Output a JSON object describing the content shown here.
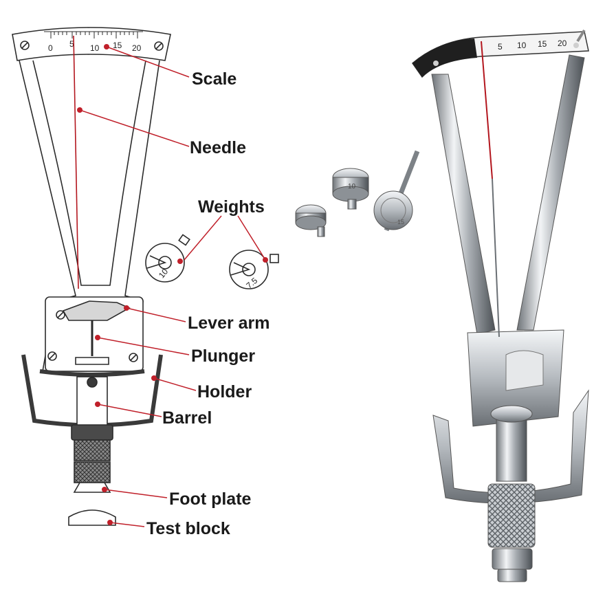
{
  "labels": {
    "scale": "Scale",
    "needle": "Needle",
    "weights": "Weights",
    "lever_arm": "Lever arm",
    "plunger": "Plunger",
    "holder": "Holder",
    "barrel": "Barrel",
    "foot_plate": "Foot plate",
    "test_block": "Test block"
  },
  "scale_ticks": [
    "0",
    "5",
    "10",
    "15",
    "20"
  ],
  "photo_scale_ticks": [
    "5",
    "10",
    "15",
    "20"
  ],
  "weight_values": [
    "10",
    "7.5"
  ],
  "photo_weight_values": [
    "10",
    "15"
  ],
  "colors": {
    "leader": "#c0202a",
    "needle": "#b3161e",
    "outline": "#2b2b2b",
    "barrel_dark": "#4a4a4a"
  }
}
